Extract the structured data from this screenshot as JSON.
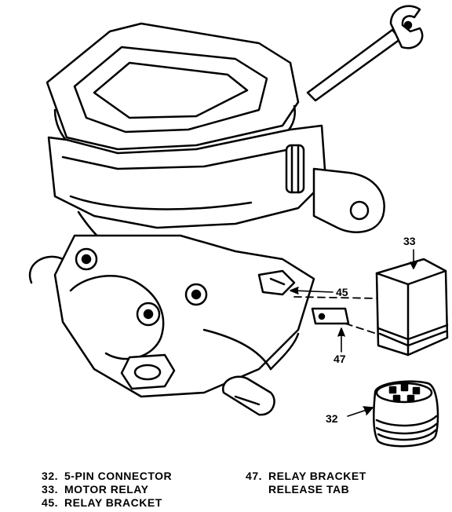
{
  "callouts": {
    "c33": "33",
    "c45": "45",
    "c47": "47",
    "c32": "32"
  },
  "legend": [
    {
      "number": "32.",
      "text": "5-PIN CONNECTOR"
    },
    {
      "number": "33.",
      "text": "MOTOR RELAY"
    },
    {
      "number": "45.",
      "text": "RELAY BRACKET"
    },
    {
      "number": "47.",
      "text": "RELAY BRACKET"
    },
    {
      "number": "",
      "text": "RELEASE TAB"
    }
  ]
}
